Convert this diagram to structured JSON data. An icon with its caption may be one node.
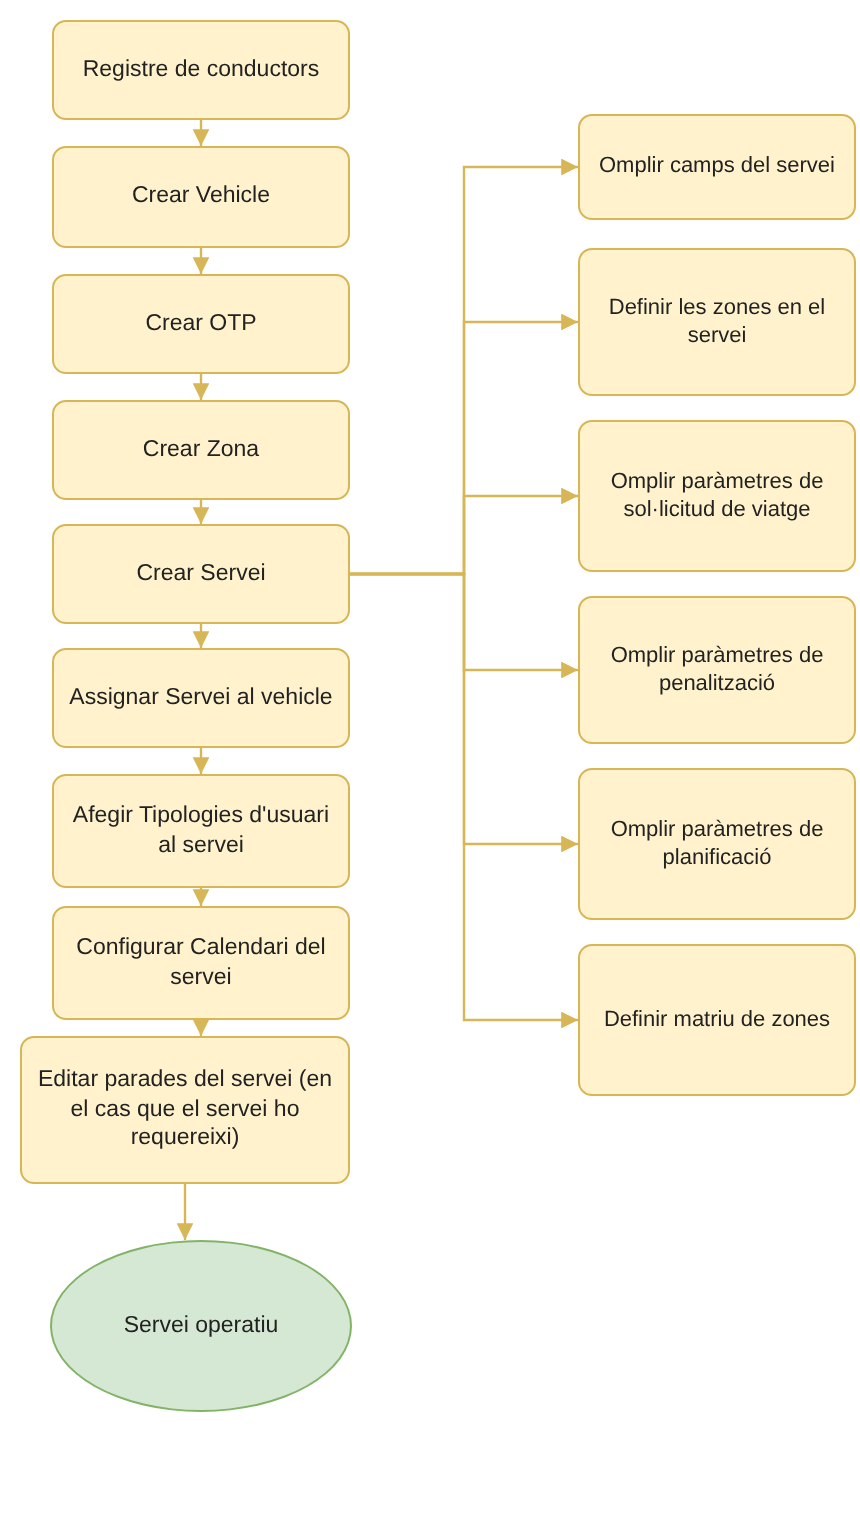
{
  "diagram": {
    "nodes": [
      {
        "text": [
          "Registre de conductors"
        ]
      },
      {
        "text": [
          "Crear Vehicle"
        ]
      },
      {
        "text": [
          "Crear OTP"
        ]
      },
      {
        "text": [
          "Crear Zona"
        ]
      },
      {
        "text": [
          "Crear Servei"
        ]
      },
      {
        "text": [
          "Assignar Servei al vehicle"
        ]
      },
      {
        "text": [
          "Afegir Tipologies d'usuari al servei"
        ]
      },
      {
        "text": [
          "Configurar Calendari del servei"
        ]
      },
      {
        "text": [
          "Editar parades del servei (en el cas que el servei ho requereixi)"
        ]
      },
      {
        "text": [
          "Servei operatiu"
        ]
      },
      {
        "text": [
          "Omplir camps del servei"
        ]
      },
      {
        "text": [
          "Definir les zones en el servei"
        ]
      },
      {
        "text": [
          "Omplir paràmetres de sol·licitud de viatge"
        ]
      },
      {
        "text": [
          "Omplir paràmetres de penalització"
        ]
      },
      {
        "text": [
          "Omplir paràmetres de planificació"
        ]
      },
      {
        "text": [
          "Definir matriu de zones"
        ]
      }
    ],
    "edges": [
      {
        "from": 0,
        "to": 1,
        "arrow": "to"
      },
      {
        "from": 1,
        "to": 2,
        "arrow": "to"
      },
      {
        "from": 2,
        "to": 3,
        "arrow": "to"
      },
      {
        "from": 3,
        "to": 4,
        "arrow": "to"
      },
      {
        "from": 4,
        "to": 5,
        "arrow": "to"
      },
      {
        "from": 5,
        "to": 6,
        "arrow": "to"
      },
      {
        "from": 6,
        "to": 7,
        "arrow": "to"
      },
      {
        "from": 7,
        "to": 8,
        "arrow": "to"
      },
      {
        "from": 8,
        "to": 9,
        "arrow": "to"
      },
      {
        "from": 4,
        "to": 10,
        "arrow": "to"
      },
      {
        "from": 4,
        "to": 11,
        "arrow": "to"
      },
      {
        "from": 4,
        "to": 12,
        "arrow": "to"
      },
      {
        "from": 4,
        "to": 13,
        "arrow": "to"
      },
      {
        "from": 4,
        "to": 14,
        "arrow": "to"
      },
      {
        "from": 4,
        "to": 15,
        "arrow": "to"
      }
    ]
  }
}
